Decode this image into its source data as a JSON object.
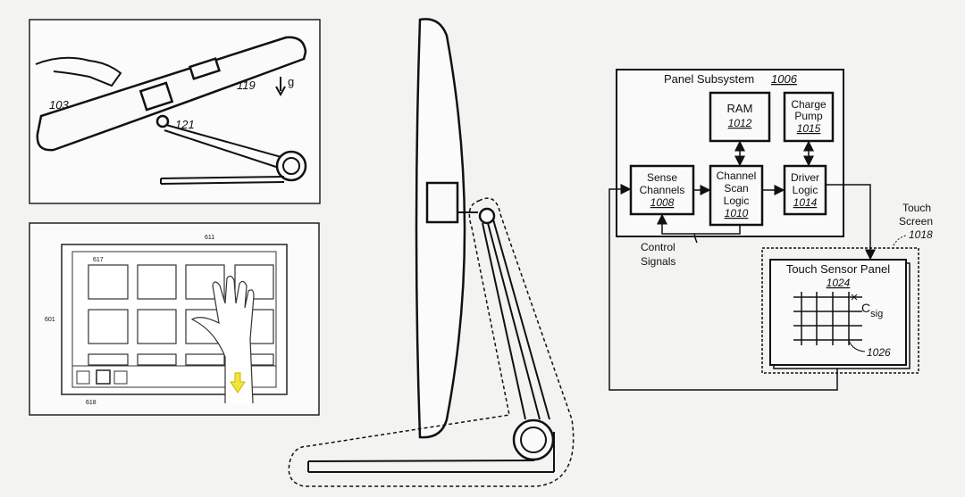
{
  "fig_top_left": {
    "labels": [
      "103",
      "121",
      "119",
      "g"
    ]
  },
  "fig_bottom_left": {
    "labels": [
      "611",
      "617",
      "601",
      "618"
    ]
  },
  "block_diagram": {
    "panel_subsystem": {
      "title": "Panel Subsystem",
      "ref": "1006"
    },
    "ram": {
      "title": "RAM",
      "ref": "1012"
    },
    "charge_pump": {
      "line1": "Charge",
      "line2": "Pump",
      "ref": "1015"
    },
    "sense_channels": {
      "line1": "Sense",
      "line2": "Channels",
      "ref": "1008"
    },
    "channel_scan_logic": {
      "line1": "Channel",
      "line2": "Scan",
      "line3": "Logic",
      "ref": "1010"
    },
    "driver_logic": {
      "line1": "Driver",
      "line2": "Logic",
      "ref": "1014"
    },
    "control_signals": {
      "line1": "Control",
      "line2": "Signals"
    },
    "touch_screen": {
      "line1": "Touch",
      "line2": "Screen",
      "ref": "1018"
    },
    "touch_sensor_panel": {
      "title": "Touch Sensor Panel",
      "ref": "1024",
      "csig": "C",
      "csig_sub": "sig",
      "grid_ref": "1026"
    }
  }
}
